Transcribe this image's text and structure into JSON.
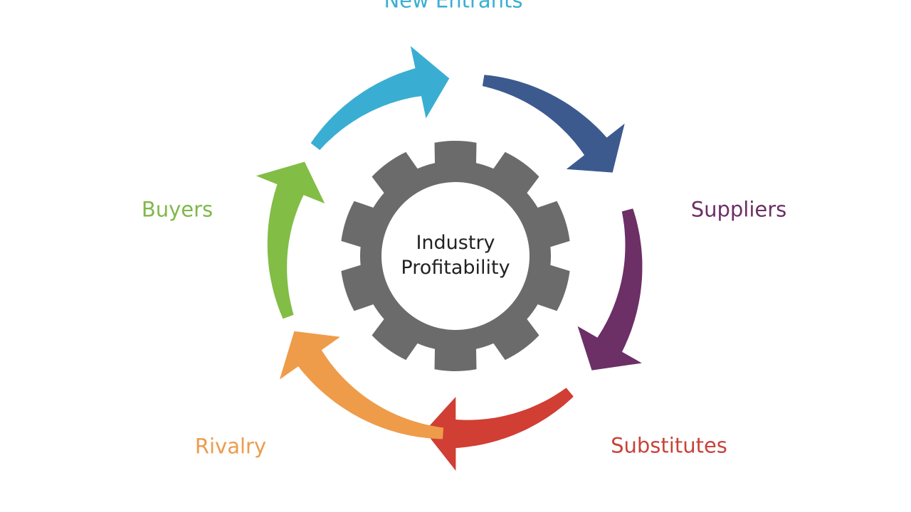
{
  "center": {
    "line1": "Industry",
    "line2": "Profitability",
    "gear_color": "#6b6b6b"
  },
  "forces": [
    {
      "key": "new-entrants",
      "label": "New Entrants",
      "color": "#3aaed2"
    },
    {
      "key": "suppliers",
      "label": "Suppliers",
      "color": "#6c2f66"
    },
    {
      "key": "substitutes",
      "label": "Substitutes",
      "color": "#c8433a"
    },
    {
      "key": "rivalry",
      "label": "Rivalry",
      "color": "#ec9c4d"
    },
    {
      "key": "buyers",
      "label": "Buyers",
      "color": "#7fb84a"
    }
  ],
  "arrows": [
    {
      "key": "teal",
      "color": "#3aaed2"
    },
    {
      "key": "navy",
      "color": "#3d5a8f"
    },
    {
      "key": "purple",
      "color": "#6c2f66"
    },
    {
      "key": "red",
      "color": "#d13e33"
    },
    {
      "key": "orange",
      "color": "#ee9c4a"
    },
    {
      "key": "green",
      "color": "#82bd46"
    }
  ]
}
